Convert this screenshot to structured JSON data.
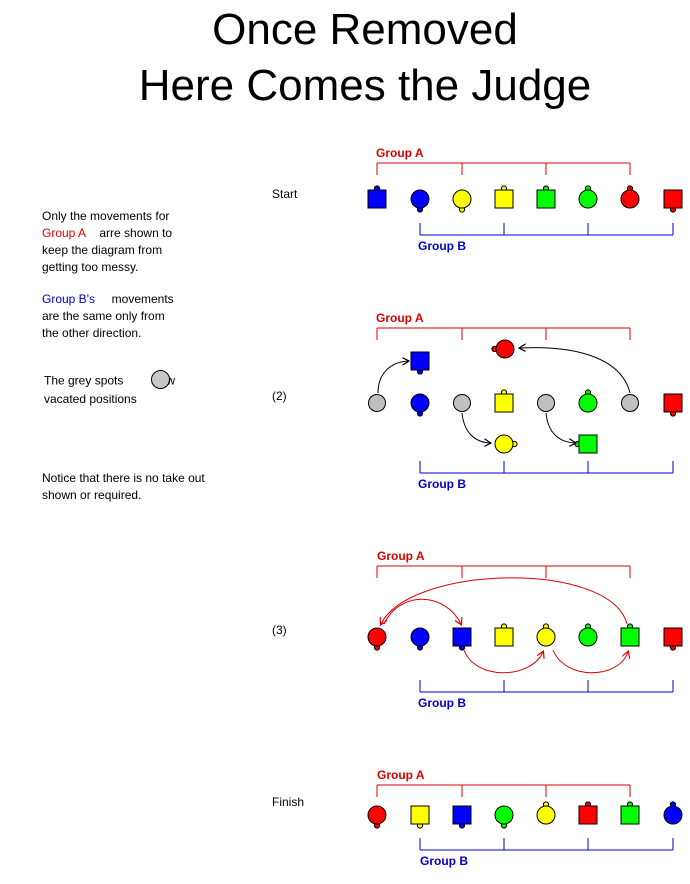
{
  "title": {
    "line1": "Once Removed",
    "line2": "Here Comes the Judge"
  },
  "notes": {
    "movements_line1": "Only the movements for",
    "group_a": "Group A",
    "movements_line2_rest": "arre shown to",
    "movements_line3": "keep the diagram from",
    "movements_line4": "getting too messy.",
    "group_b_possessive": "Group B's",
    "groupb_line1_rest": "movements",
    "groupb_line2": "are the same only from",
    "groupb_line3": "the other direction.",
    "grey_line1a": "The grey spots",
    "grey_line1b": "ow",
    "grey_line2": "vacated positions",
    "takeout_line1": "Notice that there is no take out",
    "takeout_line2": "shown or required."
  },
  "steps": [
    "Start",
    "(2)",
    "(3)",
    "Finish"
  ],
  "group_labels": {
    "a": "Group A",
    "b": "Group B"
  },
  "colors": {
    "red": "#ff0000",
    "blue": "#0000ff",
    "yellow": "#ffff00",
    "green": "#00ff00",
    "grey": "#c0c0c0",
    "group_a": "#dd0000",
    "group_b": "#0000cc"
  },
  "formations": {
    "start": [
      "blue-square",
      "blue-circle",
      "yellow-circle",
      "yellow-square",
      "green-square",
      "green-circle",
      "red-circle",
      "red-square"
    ],
    "step2_line": [
      "grey-spot",
      "blue-circle",
      "grey-spot",
      "yellow-square",
      "grey-spot",
      "green-circle",
      "grey-spot",
      "red-square"
    ],
    "step3": [
      "red-circle",
      "blue-circle",
      "blue-square",
      "yellow-square",
      "yellow-circle",
      "green-circle",
      "green-square",
      "red-square"
    ],
    "finish": [
      "red-circle",
      "yellow-square",
      "blue-square",
      "green-circle",
      "yellow-circle",
      "red-square",
      "green-square",
      "blue-circle"
    ]
  }
}
